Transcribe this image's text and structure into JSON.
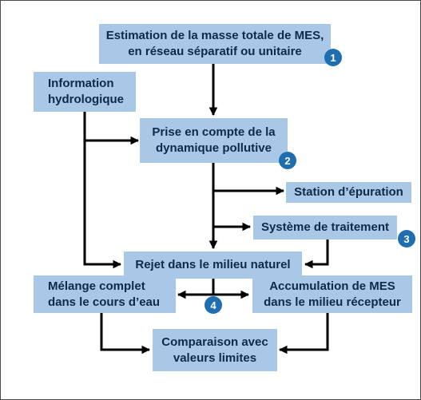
{
  "boxes": {
    "estimation": "Estimation de la masse totale de MES,\nen réseau séparatif ou unitaire",
    "information": "Information\nhydrologique",
    "prise": "Prise en compte de la\ndynamique pollutive",
    "station": "Station d’épuration",
    "systeme": "Système de traitement",
    "rejet": "Rejet dans le milieu naturel",
    "melange": "Mélange complet\ndans le cours d’eau",
    "accumulation": "Accumulation de MES\ndans le milieu récepteur",
    "comparaison": "Comparaison avec\nvaleurs limites"
  },
  "badges": {
    "b1": "1",
    "b2": "2",
    "b3": "3",
    "b4": "4"
  },
  "colors": {
    "box_fill": "#a9c7e6",
    "box_text": "#0d2a4a",
    "badge_fill": "#1e6eb0",
    "arrow": "#000000"
  }
}
